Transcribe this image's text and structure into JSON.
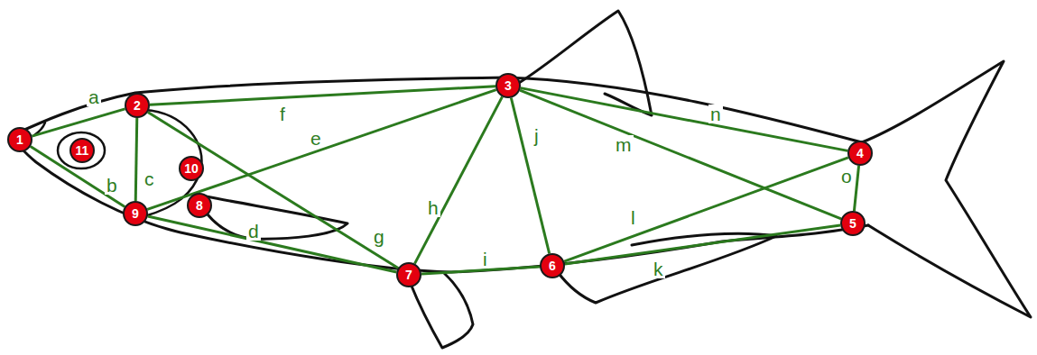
{
  "diagram": {
    "nodes": [
      {
        "text": [
          "1"
        ]
      },
      {
        "text": [
          "2"
        ]
      },
      {
        "text": [
          "3"
        ]
      },
      {
        "text": [
          "4"
        ]
      },
      {
        "text": [
          "5"
        ]
      },
      {
        "text": [
          "6"
        ]
      },
      {
        "text": [
          "7"
        ]
      },
      {
        "text": [
          "8"
        ]
      },
      {
        "text": [
          "9"
        ]
      },
      {
        "text": [
          "10"
        ]
      },
      {
        "text": [
          "11"
        ]
      }
    ],
    "edges": [
      {
        "from": 0,
        "to": 1,
        "arrow": "none",
        "label": "a"
      },
      {
        "from": 0,
        "to": 8,
        "arrow": "none",
        "label": "b"
      },
      {
        "from": 1,
        "to": 8,
        "arrow": "none",
        "label": "c"
      },
      {
        "from": 8,
        "to": 6,
        "arrow": "none",
        "label": "d"
      },
      {
        "from": 8,
        "to": 2,
        "arrow": "none",
        "label": "e"
      },
      {
        "from": 1,
        "to": 2,
        "arrow": "none",
        "label": "f"
      },
      {
        "from": 1,
        "to": 6,
        "arrow": "none",
        "label": "g"
      },
      {
        "from": 6,
        "to": 2,
        "arrow": "none",
        "label": "h"
      },
      {
        "from": 6,
        "to": 5,
        "arrow": "none",
        "label": "i"
      },
      {
        "from": 5,
        "to": 2,
        "arrow": "none",
        "label": "j"
      },
      {
        "from": 5,
        "to": 4,
        "arrow": "none",
        "label": "k"
      },
      {
        "from": 5,
        "to": 3,
        "arrow": "none",
        "label": "l"
      },
      {
        "from": 2,
        "to": 4,
        "arrow": "none",
        "label": "m"
      },
      {
        "from": 2,
        "to": 3,
        "arrow": "none",
        "label": "n"
      },
      {
        "from": 3,
        "to": 4,
        "arrow": "none",
        "label": "o"
      }
    ]
  }
}
